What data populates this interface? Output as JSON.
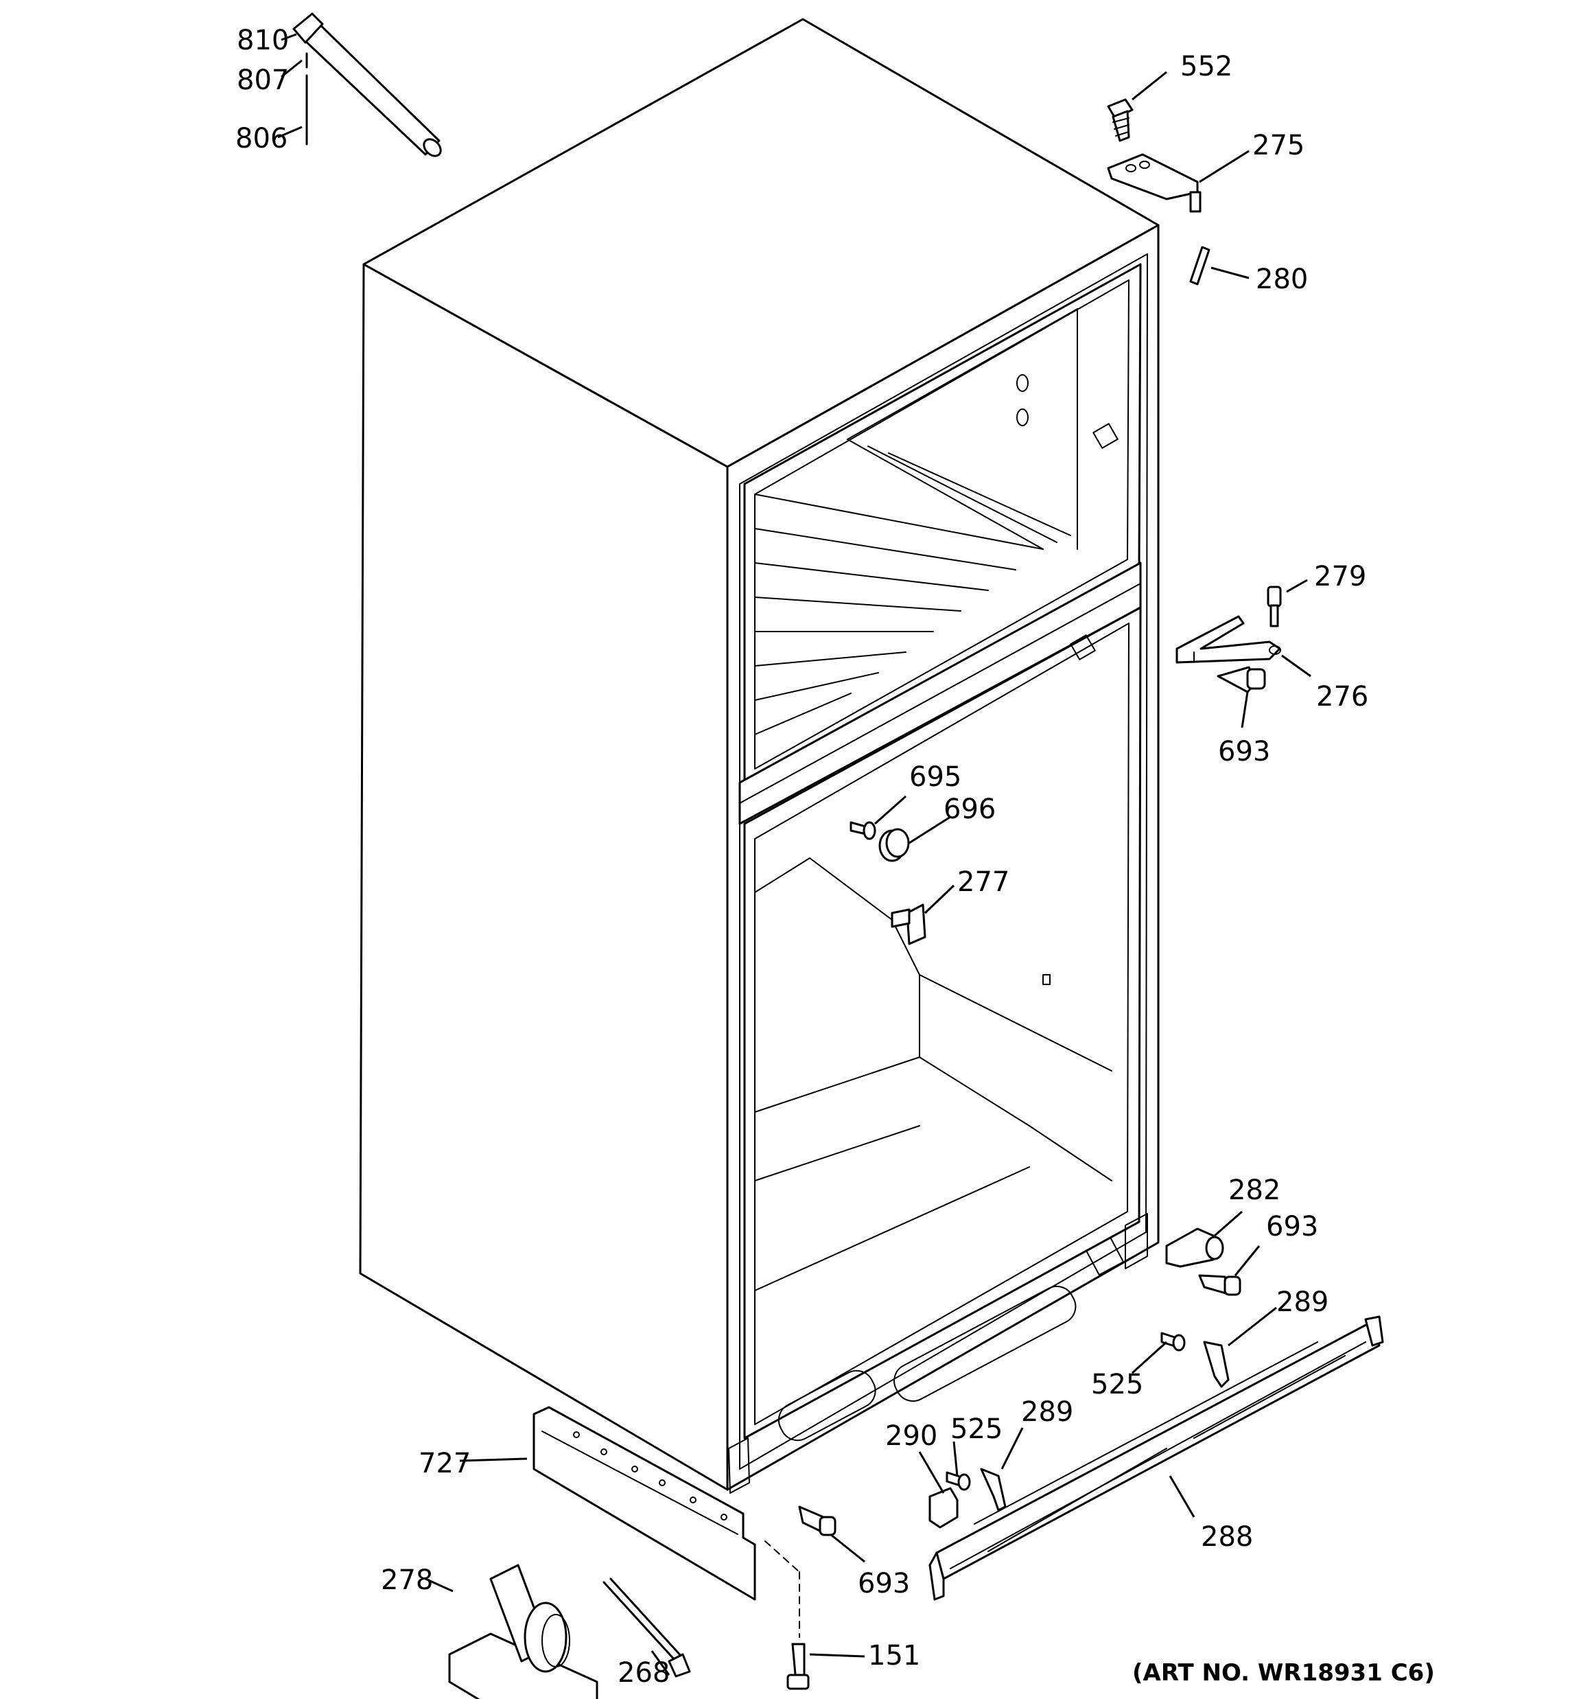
{
  "diagram": {
    "callouts": {
      "c810": "810",
      "c807": "807",
      "c806": "806",
      "c552": "552",
      "c275": "275",
      "c280": "280",
      "c279": "279",
      "c276": "276",
      "c693a": "693",
      "c695": "695",
      "c696": "696",
      "c277": "277",
      "c282": "282",
      "c693b": "693",
      "c289a": "289",
      "c525a": "525",
      "c525b": "525",
      "c289b": "289",
      "c290": "290",
      "c727": "727",
      "c288": "288",
      "c693c": "693",
      "c278": "278",
      "c268": "268",
      "c151": "151"
    },
    "art_number": "(ART NO. WR18931 C6)"
  }
}
